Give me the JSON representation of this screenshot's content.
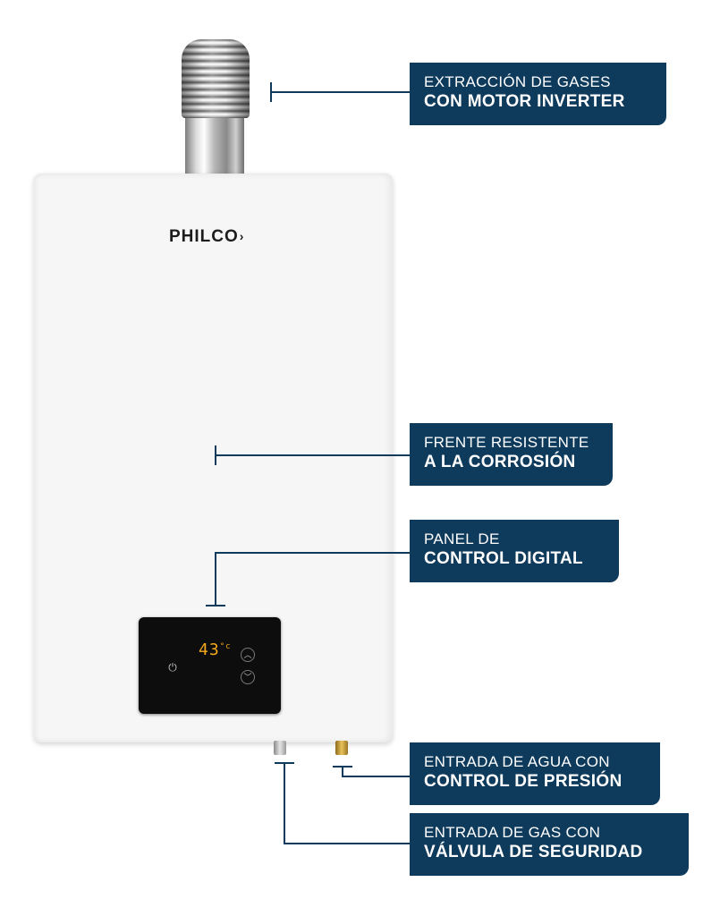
{
  "product": {
    "brand": "PHILCO",
    "brand_mark": "›",
    "display_value": "43",
    "display_unit": "°c",
    "power_icon": "power-icon",
    "up_icon": "chevron-up-icon",
    "down_icon": "chevron-down-icon"
  },
  "callouts": [
    {
      "line1": "EXTRACCIÓN DE GASES",
      "line2": "CON MOTOR INVERTER"
    },
    {
      "line1": "FRENTE RESISTENTE",
      "line2": "A LA CORROSIÓN"
    },
    {
      "line1": "PANEL DE",
      "line2": "CONTROL DIGITAL"
    },
    {
      "line1": "ENTRADA DE AGUA CON",
      "line2": "CONTROL DE PRESIÓN"
    },
    {
      "line1": "ENTRADA DE GAS CON",
      "line2": "VÁLVULA DE SEGURIDAD"
    }
  ],
  "colors": {
    "callout_background": "#0e3a5c",
    "callout_text": "#ffffff",
    "display_digits": "#f3a91b",
    "heater_body": "#f6f6f6"
  }
}
